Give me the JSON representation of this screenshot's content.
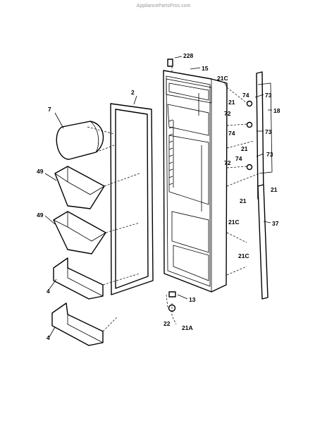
{
  "watermark": "AppliancePartsPros.com",
  "labels": {
    "p228": "228",
    "p15": "15",
    "p2": "2",
    "p7": "7",
    "p21C_a": "21C",
    "p21_a": "21",
    "p74_a": "74",
    "p73_a": "73",
    "p18": "18",
    "p72_a": "72",
    "p74_b": "74",
    "p73_b": "73",
    "p21_b": "21",
    "p72_b": "72",
    "p74_c": "74",
    "p73_c": "73",
    "p21_c": "21",
    "p21_d": "21",
    "p49_a": "49",
    "p49_b": "49",
    "p37": "37",
    "p21C_b": "21C",
    "p21C_c": "21C",
    "p4_a": "4",
    "p4_b": "4",
    "p13": "13",
    "p22": "22",
    "p21A": "21A"
  }
}
